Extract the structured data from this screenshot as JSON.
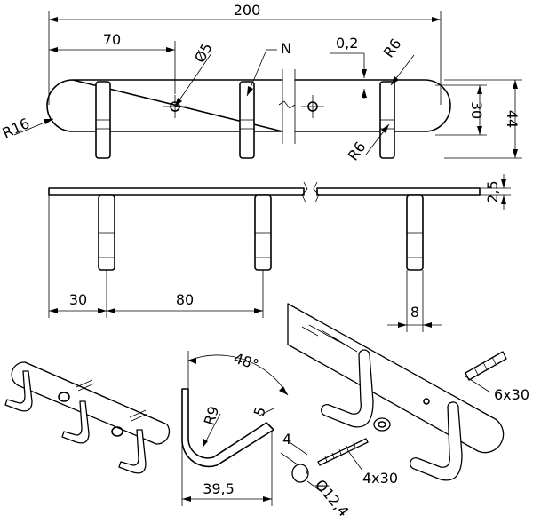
{
  "dimensions": {
    "total_length": "200",
    "hole_position": "70",
    "hole_diameter": "Ø5",
    "hook_label": "N",
    "gap": "0,2",
    "radius_top": "R6",
    "radius_bottom": "R6",
    "radius_end": "R16",
    "height_inner": "30",
    "height_outer": "44",
    "thickness": "2,5",
    "first_hook": "30",
    "hook_spacing": "80",
    "hook_width": "8",
    "angle": "48°",
    "hook_radius": "R9",
    "hook_gap": "5",
    "hook_depth": "39,5",
    "cap_thickness": "4",
    "cap_diameter": "Ø12,4",
    "screw": "4x30",
    "dowel": "6x30"
  }
}
